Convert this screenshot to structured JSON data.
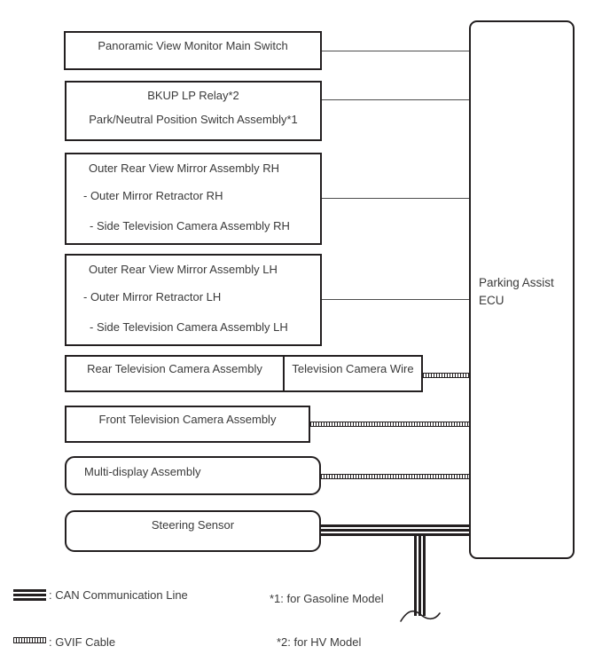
{
  "colors": {
    "border": "#231f20",
    "text": "#3a3a3a",
    "thin_line": "#4d4d4d"
  },
  "ecu": {
    "line1": "Parking Assist",
    "line2": "ECU"
  },
  "boxes": [
    {
      "name": "panoramic-view-monitor-main-switch",
      "lines": [
        "Panoramic View Monitor Main Switch"
      ]
    },
    {
      "name": "bkup-lp-relay-park-neutral-switch",
      "lines": [
        "BKUP LP Relay*2",
        "Park/Neutral Position Switch Assembly*1"
      ]
    },
    {
      "name": "outer-rear-view-mirror-rh",
      "title": "Outer Rear View Mirror Assembly RH",
      "subs": [
        "- Outer Mirror Retractor RH",
        "- Side Television Camera Assembly RH"
      ]
    },
    {
      "name": "outer-rear-view-mirror-lh",
      "title": "Outer Rear View Mirror Assembly LH",
      "subs": [
        "- Outer Mirror Retractor LH",
        "- Side Television Camera Assembly LH"
      ]
    },
    {
      "name": "rear-television-camera-assembly",
      "lines": [
        "Rear Television Camera Assembly"
      ]
    },
    {
      "name": "television-camera-wire",
      "lines": [
        "Television Camera Wire"
      ]
    },
    {
      "name": "front-television-camera-assembly",
      "lines": [
        "Front Television Camera Assembly"
      ]
    },
    {
      "name": "multi-display-assembly",
      "lines": [
        "Multi-display Assembly"
      ]
    },
    {
      "name": "steering-sensor",
      "lines": [
        "Steering Sensor"
      ]
    }
  ],
  "connections": [
    {
      "from": "Panoramic View Monitor Main Switch",
      "to": "Parking Assist ECU",
      "type": "plain"
    },
    {
      "from": "BKUP LP Relay*2 / Park/Neutral Position Switch Assembly*1",
      "to": "Parking Assist ECU",
      "type": "plain"
    },
    {
      "from": "Outer Rear View Mirror Assembly RH",
      "to": "Parking Assist ECU",
      "type": "plain"
    },
    {
      "from": "Outer Rear View Mirror Assembly LH",
      "to": "Parking Assist ECU",
      "type": "plain"
    },
    {
      "from": "Television Camera Wire",
      "to": "Parking Assist ECU",
      "type": "gvif"
    },
    {
      "from": "Front Television Camera Assembly",
      "to": "Parking Assist ECU",
      "type": "gvif"
    },
    {
      "from": "Multi-display Assembly",
      "to": "Parking Assist ECU",
      "type": "gvif"
    },
    {
      "from": "Steering Sensor",
      "to": "Parking Assist ECU",
      "type": "can"
    }
  ],
  "legend": {
    "can": {
      "label": ": CAN Communication Line"
    },
    "gvif": {
      "label": ": GVIF Cable"
    }
  },
  "notes": {
    "note1": "*1: for Gasoline Model",
    "note2": "*2: for HV Model"
  }
}
